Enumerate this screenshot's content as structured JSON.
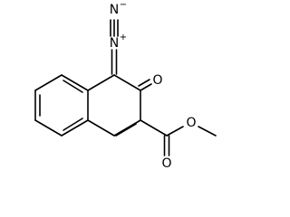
{
  "molecule": {
    "atoms": {
      "N_minus": "N",
      "N_minus_charge": "−",
      "N_plus": "N",
      "N_plus_charge": "+",
      "ketone_O": "O",
      "ester_carbonyl_O": "O",
      "ester_ether_O": "O"
    }
  }
}
